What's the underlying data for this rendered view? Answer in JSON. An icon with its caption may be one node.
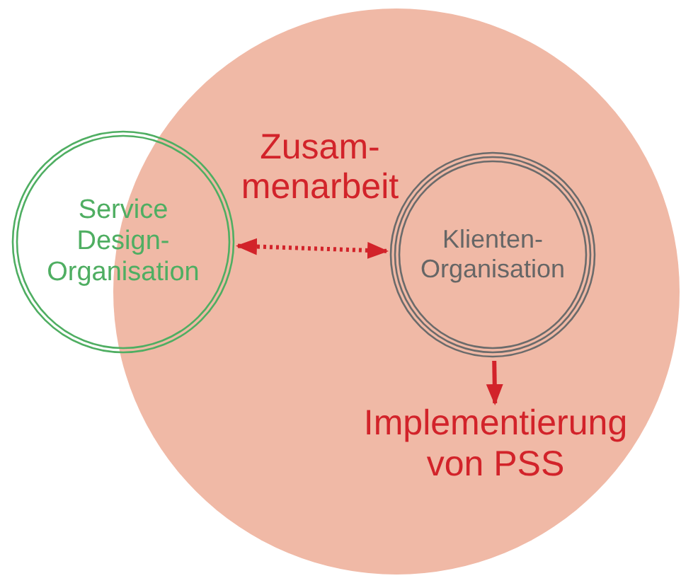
{
  "diagram": {
    "nodes": [
      {
        "text": [],
        "shape": "circle"
      },
      {
        "text": [
          "Service Design-Organisation"
        ]
      },
      {
        "text": [
          "Klienten-Organisation"
        ],
        "in": 0
      },
      {
        "text": [
          "Implementierung von PSS"
        ],
        "in": 0
      }
    ],
    "edges": [
      {
        "from": 1,
        "to": 2,
        "arrow": "both",
        "style": "dashed",
        "label": "Zusam-menarbeit"
      },
      {
        "from": 2,
        "to": 3,
        "arrow": "to"
      }
    ]
  }
}
